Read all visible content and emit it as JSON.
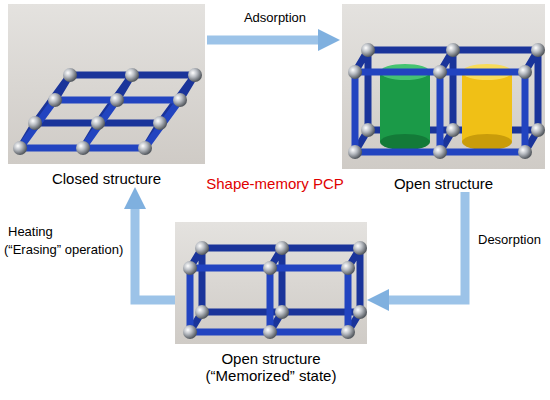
{
  "diagram": {
    "nodes": [
      {
        "text": [
          "Closed structure"
        ]
      },
      {
        "text": [
          "Open structure"
        ]
      },
      {
        "text": [
          "Open structure (“Memorized” state)"
        ]
      }
    ],
    "edges": [
      {
        "from": 0,
        "to": 1,
        "arrow": "to",
        "label": "Adsorption"
      },
      {
        "from": 1,
        "to": 2,
        "arrow": "to",
        "label": "Desorption"
      },
      {
        "from": 2,
        "to": 0,
        "arrow": "to",
        "label": "Heating"
      }
    ],
    "labels": [
      "Shape-memory PCP",
      "(“Erasing” operation)"
    ]
  }
}
